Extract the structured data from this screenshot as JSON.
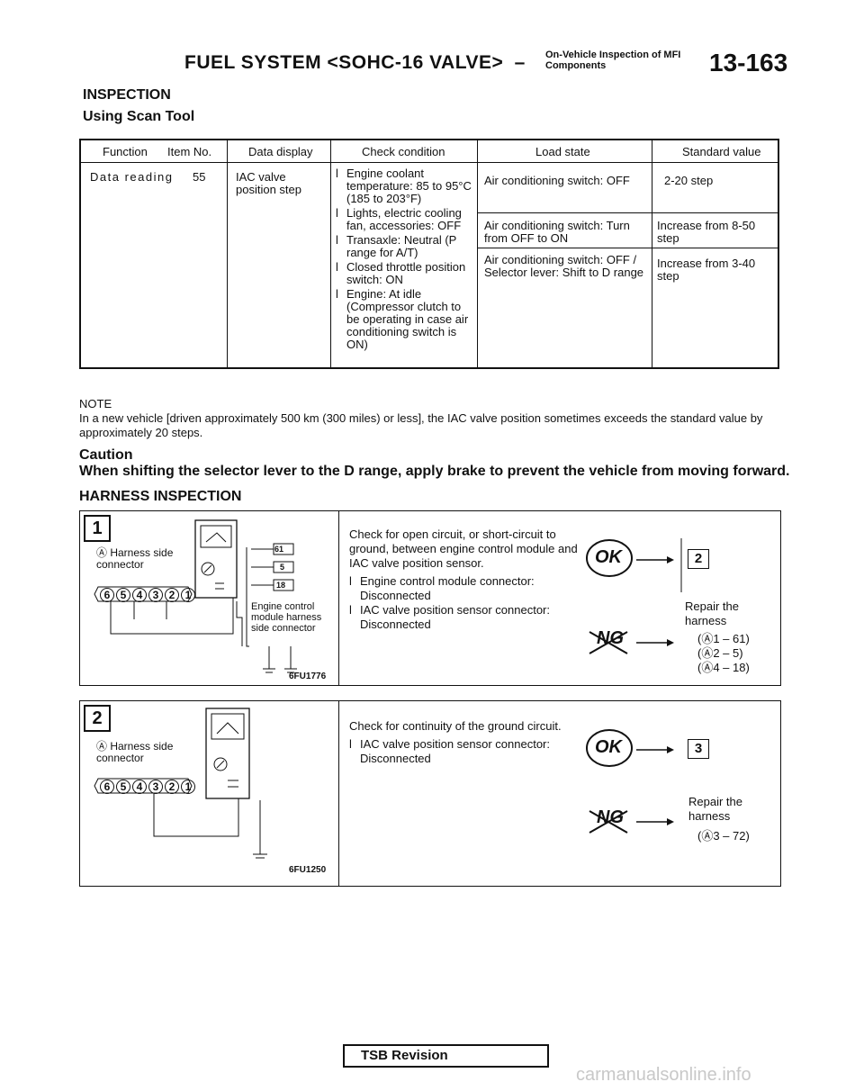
{
  "header": {
    "title": "FUEL SYSTEM <SOHC-16 VALVE>",
    "dash": "–",
    "subtitle_line1": "On-Vehicle Inspection of MFI",
    "subtitle_line2": "Components",
    "page_number": "13-163"
  },
  "inspection": {
    "heading": "INSPECTION",
    "subheading": "Using Scan Tool"
  },
  "spec_table": {
    "headers": [
      "Function",
      "Item No.",
      "Data display",
      "Check condition",
      "Load state",
      "Standard value"
    ],
    "function": "Data reading",
    "item_no": "55",
    "data_display": "IAC valve position step",
    "check_conditions": [
      "Engine coolant temperature: 85 to 95°C (185 to 203°F)",
      "Lights, electric cooling fan, accessories: OFF",
      "Transaxle: Neutral (P range for A/T)",
      "Closed throttle position switch: ON",
      "Engine: At idle (Compressor clutch to be operating in case air conditioning switch is ON)"
    ],
    "rows": [
      {
        "load_state": "Air conditioning switch: OFF",
        "standard_value": "2-20 step"
      },
      {
        "load_state": "Air conditioning switch: Turn from OFF to ON",
        "standard_value": "Increase from 8-50 step"
      },
      {
        "load_state": "Air conditioning switch: OFF / Selector lever: Shift to D range",
        "standard_value": "Increase from 3-40 step"
      }
    ],
    "bullet": "l"
  },
  "note": {
    "heading": "NOTE",
    "text": "In a new vehicle [driven approximately 500 km (300 miles) or less], the IAC valve position sometimes exceeds the standard value by approximately 20 steps."
  },
  "caution": {
    "heading": "Caution",
    "text": "When shifting the selector lever to the D range, apply brake to prevent the vehicle from moving forward."
  },
  "harness": {
    "heading": "HARNESS INSPECTION",
    "steps": [
      {
        "number": "1",
        "connector_label": "Ⓐ Harness side connector",
        "pins": [
          "6",
          "5",
          "4",
          "3",
          "2",
          "1"
        ],
        "ecu_label": "Engine control module harness side connector",
        "ecu_pins": [
          "61",
          "5",
          "18"
        ],
        "figure_code": "6FU1776",
        "check_text": "Check for open circuit, or short-circuit to ground, between engine control module and IAC valve position sensor.",
        "conditions": [
          "Engine control module connector: Disconnected",
          "IAC valve position sensor connector: Disconnected"
        ],
        "ok_label": "OK",
        "ng_label": "NG",
        "ok_next": "2",
        "ng_action": "Repair the harness",
        "ng_pairs": [
          "(Ⓐ1 – 61)",
          "(Ⓐ2 – 5)",
          "(Ⓐ4 – 18)"
        ]
      },
      {
        "number": "2",
        "connector_label": "Ⓐ Harness side connector",
        "pins": [
          "6",
          "5",
          "4",
          "3",
          "2",
          "1"
        ],
        "figure_code": "6FU1250",
        "check_text": "Check for continuity of the ground circuit.",
        "conditions": [
          "IAC valve position sensor connector: Disconnected"
        ],
        "ok_label": "OK",
        "ng_label": "NG",
        "ok_next": "3",
        "ng_action": "Repair the harness",
        "ng_pairs": [
          "(Ⓐ3 – 72)"
        ]
      }
    ]
  },
  "footer": {
    "tsb": "TSB Revision",
    "watermark": "carmanualsonline.info"
  }
}
